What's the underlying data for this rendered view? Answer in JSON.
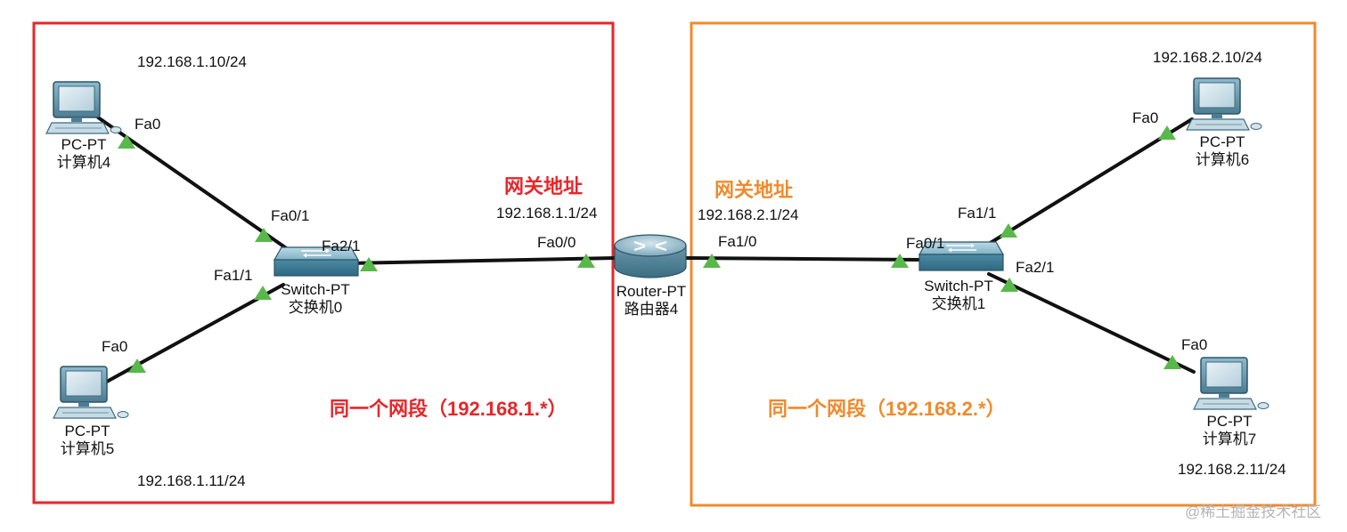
{
  "colors": {
    "red": "#e8262a",
    "orange": "#f08a2c",
    "port": "#59b84a",
    "link": "#111111"
  },
  "left": {
    "gateway_title": "网关地址",
    "gateway_ip": "192.168.1.1/24",
    "segment": "同一个网段（192.168.1.*）",
    "pc4": {
      "type": "PC-PT",
      "name": "计算机4",
      "ip": "192.168.1.10/24",
      "port": "Fa0"
    },
    "pc5": {
      "type": "PC-PT",
      "name": "计算机5",
      "ip": "192.168.1.11/24",
      "port": "Fa0"
    },
    "switch": {
      "type": "Switch-PT",
      "name": "交换机0",
      "port_pc4": "Fa0/1",
      "port_pc5": "Fa1/1",
      "port_router": "Fa2/1"
    }
  },
  "router": {
    "type": "Router-PT",
    "name": "路由器4",
    "port_left": "Fa0/0",
    "port_right": "Fa1/0"
  },
  "right": {
    "gateway_title": "网关地址",
    "gateway_ip": "192.168.2.1/24",
    "segment": "同一个网段（192.168.2.*）",
    "pc6": {
      "type": "PC-PT",
      "name": "计算机6",
      "ip": "192.168.2.10/24",
      "port": "Fa0"
    },
    "pc7": {
      "type": "PC-PT",
      "name": "计算机7",
      "ip": "192.168.2.11/24",
      "port": "Fa0"
    },
    "switch": {
      "type": "Switch-PT",
      "name": "交换机1",
      "port_router": "Fa0/1",
      "port_pc6": "Fa1/1",
      "port_pc7": "Fa2/1"
    }
  },
  "watermark": "@稀土掘金技术社区"
}
